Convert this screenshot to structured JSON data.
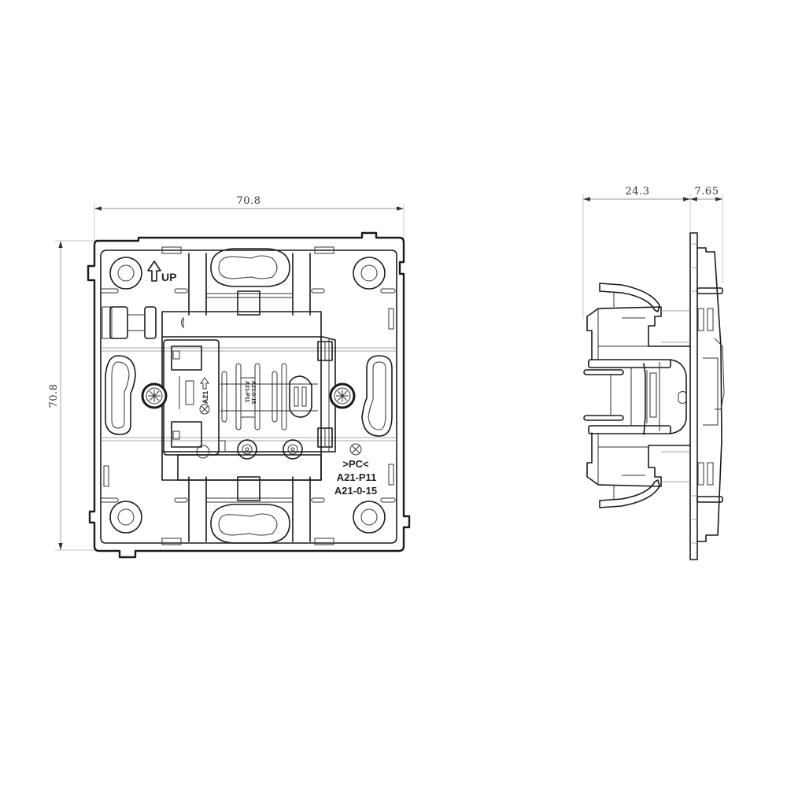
{
  "drawing": {
    "type": "technical-drawing",
    "subject": "wall switch module (front and side views)",
    "front_view": {
      "dimensions": {
        "width": "70.8",
        "height": "70.8"
      },
      "markings": {
        "up_label": "UP",
        "module_label": "A21",
        "material_code": ">PC<",
        "part_number_1": "A21-P11",
        "part_number_2": "A21-0-15"
      }
    },
    "side_view": {
      "dimensions": {
        "depth_body": "24.3",
        "depth_front": "7.65"
      }
    },
    "colors": {
      "line": "#1a1a1a",
      "dimension_line": "#9a9a9a",
      "background": "#ffffff"
    }
  }
}
